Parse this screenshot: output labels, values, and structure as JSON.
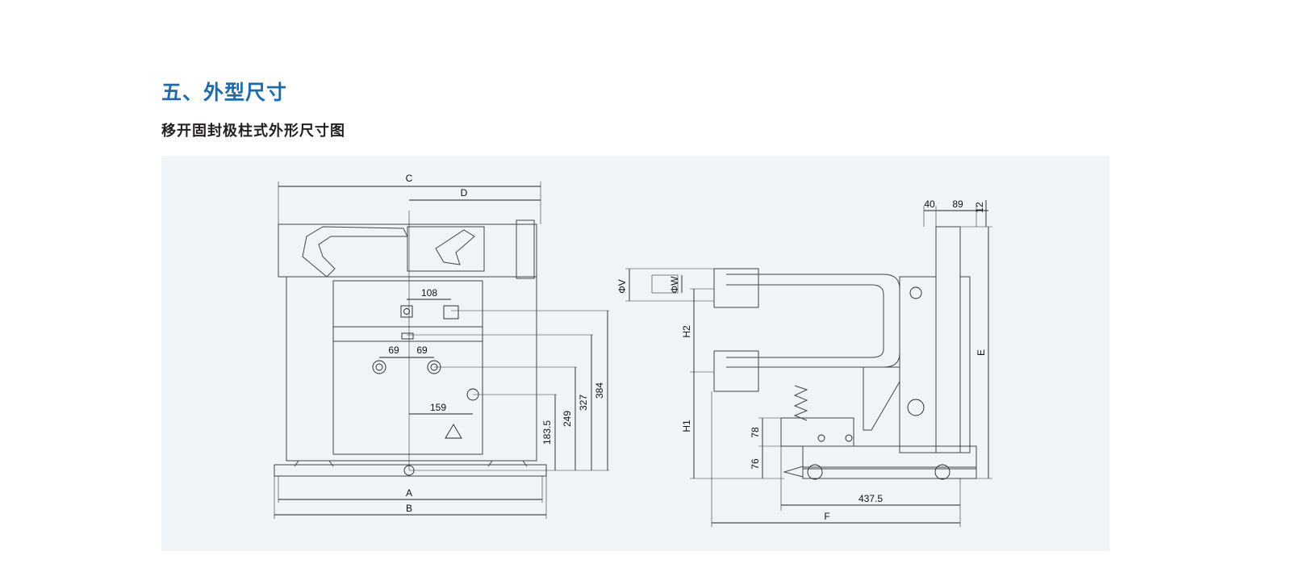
{
  "header": {
    "section_title": "五、外型尺寸",
    "subtitle": "移开固封极柱式外形尺寸图"
  },
  "colors": {
    "accent": "#1a6bb5",
    "panel_bg": "#eef4f8",
    "cabinet_fill": "#d8d8d8",
    "front_panel_fill": "#c4c4c4",
    "line": "#222222"
  },
  "front_view": {
    "dims": {
      "C": "C",
      "D": "D",
      "d108": "108",
      "d69_left": "69",
      "d69_right": "69",
      "d159": "159",
      "d183_5": "183.5",
      "d249": "249",
      "d327": "327",
      "d384": "384",
      "A": "A",
      "B": "B"
    }
  },
  "side_view": {
    "dims": {
      "d40": "40",
      "d89": "89",
      "d12": "12",
      "phiV": "ΦV",
      "phiW": "ΦW",
      "H2": "H2",
      "H1": "H1",
      "d78": "78",
      "d76": "76",
      "E": "E",
      "d437_5": "437.5",
      "F": "F"
    }
  }
}
